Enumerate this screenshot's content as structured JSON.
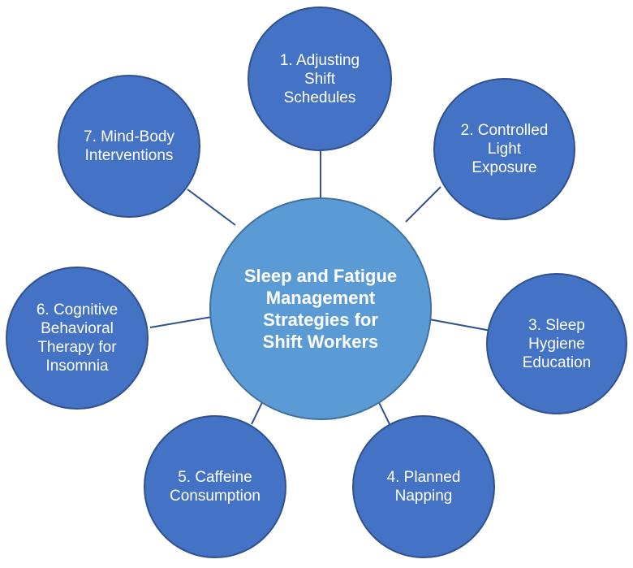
{
  "colors": {
    "outer_fill": "#4472C4",
    "outer_border": "#2F528F",
    "center_fill": "#5B9BD5",
    "center_border": "#41719C",
    "connector": "#2F528F",
    "text": "#FFFFFF"
  },
  "center": {
    "label": "Sleep and Fatigue\nManagement\nStrategies for\nShift Workers"
  },
  "strategies": [
    {
      "label": "1. Adjusting\nShift\nSchedules"
    },
    {
      "label": "2. Controlled\nLight\nExposure"
    },
    {
      "label": "3. Sleep\nHygiene\nEducation"
    },
    {
      "label": "4. Planned\nNapping"
    },
    {
      "label": "5. Caffeine\nConsumption"
    },
    {
      "label": "6. Cognitive\nBehavioral\nTherapy for\nInsomnia"
    },
    {
      "label": "7. Mind-Body\nInterventions"
    }
  ]
}
